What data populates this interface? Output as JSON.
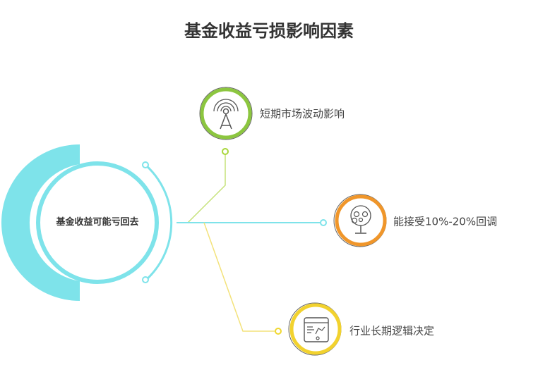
{
  "title": "基金收益亏损影响因素",
  "center_label": "基金收益可能亏回去",
  "nodes": [
    {
      "label": "短期市场波动影响",
      "icon": "signal-tower-icon",
      "color": "#8cc63f"
    },
    {
      "label": "能接受10%-20%回调",
      "icon": "money-tree-icon",
      "color": "#f0962a"
    },
    {
      "label": "行业长期逻辑决定",
      "icon": "browser-chart-icon",
      "color": "#f2d22e"
    }
  ],
  "colors": {
    "center": "#7ee3ea",
    "green": "#b5dc4a",
    "cyan": "#7ee3ea",
    "yellow": "#f3e27a"
  }
}
